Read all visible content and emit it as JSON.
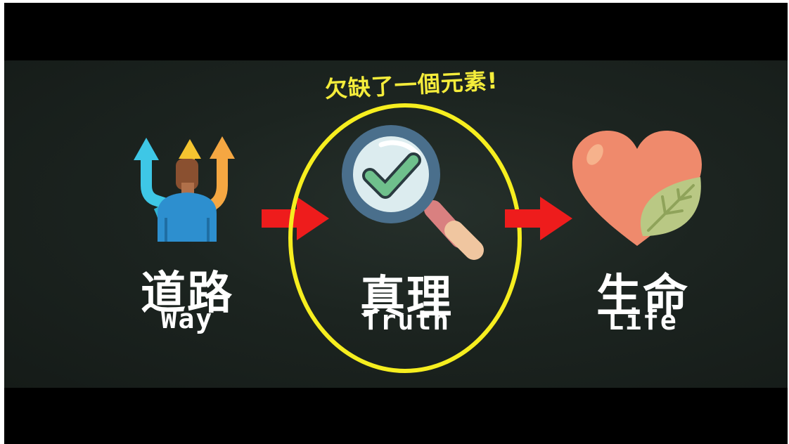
{
  "caption": "欠缺了一個元素!",
  "concepts": [
    {
      "zh": "道路",
      "en": "Way",
      "icon": "crossroads-person-icon"
    },
    {
      "zh": "真理",
      "en": "Truth",
      "icon": "magnifier-check-icon"
    },
    {
      "zh": "生命",
      "en": "Life",
      "icon": "heart-leaf-icon"
    }
  ],
  "colors": {
    "caption": "#f4ec3b",
    "highlight_ellipse": "#f6ee1f",
    "arrow": "#ee1c1c",
    "text": "#ffffff",
    "board": "#1c2420"
  }
}
